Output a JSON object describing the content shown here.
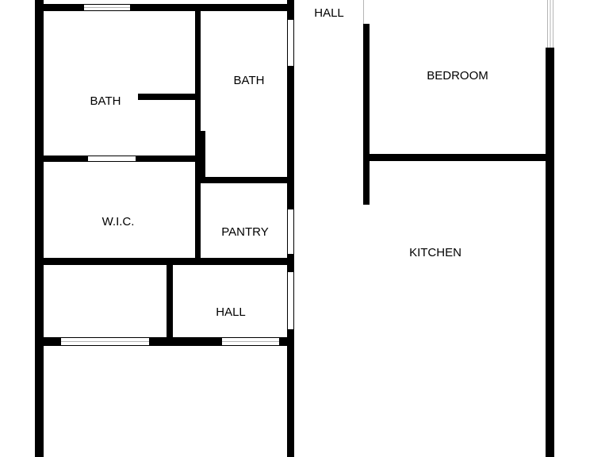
{
  "floorplan": {
    "wall_color": "#000000",
    "background_color": "#ffffff",
    "rooms": [
      {
        "id": "hall-top",
        "label": "HALL"
      },
      {
        "id": "bedroom",
        "label": "BEDROOM"
      },
      {
        "id": "bath-left",
        "label": "BATH"
      },
      {
        "id": "bath-right",
        "label": "BATH"
      },
      {
        "id": "wic",
        "label": "W.I.C."
      },
      {
        "id": "pantry",
        "label": "PANTRY"
      },
      {
        "id": "kitchen",
        "label": "KITCHEN"
      },
      {
        "id": "hall-bottom",
        "label": "HALL"
      }
    ]
  }
}
